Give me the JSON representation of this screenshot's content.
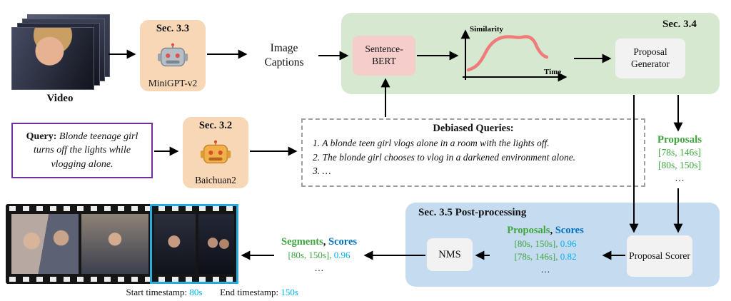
{
  "video_label": "Video",
  "minigpt": {
    "section": "Sec. 3.3",
    "name": "MiniGPT-v2"
  },
  "image_captions": "Image Captions",
  "green_region": {
    "label": "Sec. 3.4"
  },
  "sentence_bert": "Sentence-BERT",
  "plot": {
    "ylabel": "Similarity",
    "xlabel": "Time"
  },
  "proposal_generator": "Proposal Generator",
  "query": {
    "label": "Query:",
    "text": "Blonde teenage girl turns off the lights while vlogging alone."
  },
  "baichuan": {
    "section": "Sec. 3.2",
    "name": "Baichuan2"
  },
  "debiased": {
    "title": "Debiased Queries:",
    "items": [
      "1. A blonde teen girl vlogs alone in a room with the lights off.",
      "2. The blonde girl chooses to vlog in a darkened environment alone.",
      "3. …"
    ]
  },
  "proposals_output": {
    "title": "Proposals",
    "values": [
      "[78s, 146s]",
      "[80s, 150s]"
    ],
    "more": "…"
  },
  "post_processing": {
    "title": "Sec. 3.5 Post-processing",
    "nms": "NMS",
    "proposal_scorer": "Proposal Scorer",
    "scored": {
      "proposals_label": "Proposals",
      "separator": ", ",
      "scores_label": "Scores",
      "rows": [
        {
          "interval": "[80s, 150s],",
          "score": "0.96"
        },
        {
          "interval": "[78s, 146s],",
          "score": "0.82"
        }
      ],
      "more": "…"
    }
  },
  "segments": {
    "segments_label": "Segments",
    "separator": ", ",
    "scores_label": "Scores",
    "rows": [
      {
        "interval": "[80s, 150s],",
        "score": "0.96"
      }
    ],
    "more": "…"
  },
  "timestamps": {
    "start_label": "Start timestamp:",
    "start_value": "80s",
    "end_label": "End timestamp:",
    "end_value": "150s"
  },
  "colors": {
    "orange_box": "#F8D7B6",
    "green_region": "#D6E8D0",
    "pink_box": "#F5CDCB",
    "blue_region": "#C5DCF0",
    "node_box": "#F2F2F2",
    "query_border": "#7030A0",
    "proposal_green": "#3FA53F",
    "score_blue": "#0070C0",
    "value_cyan": "#00B0F0",
    "segment_highlight": "#29ABE2",
    "curve_red": "#EF7B7B"
  }
}
